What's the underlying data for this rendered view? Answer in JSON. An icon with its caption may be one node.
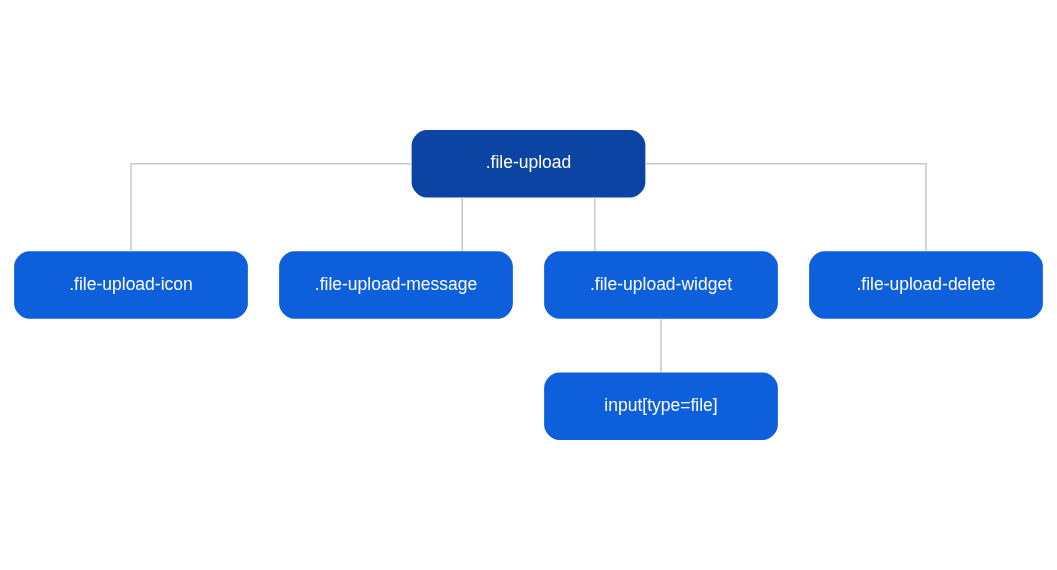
{
  "diagram": {
    "nodes": [
      {
        "text": [
          ".file-upload"
        ]
      },
      {
        "text": [
          ".file-upload-icon"
        ]
      },
      {
        "text": [
          ".file-upload-message"
        ]
      },
      {
        "text": [
          ".file-upload-widget"
        ]
      },
      {
        "text": [
          ".file-upload-delete"
        ]
      },
      {
        "text": [
          "input[type=file]"
        ]
      }
    ],
    "edges": [
      {
        "from": 0,
        "to": 1,
        "arrow": "none"
      },
      {
        "from": 0,
        "to": 2,
        "arrow": "none"
      },
      {
        "from": 0,
        "to": 3,
        "arrow": "none"
      },
      {
        "from": 0,
        "to": 4,
        "arrow": "none"
      },
      {
        "from": 3,
        "to": 5,
        "arrow": "none"
      }
    ]
  }
}
